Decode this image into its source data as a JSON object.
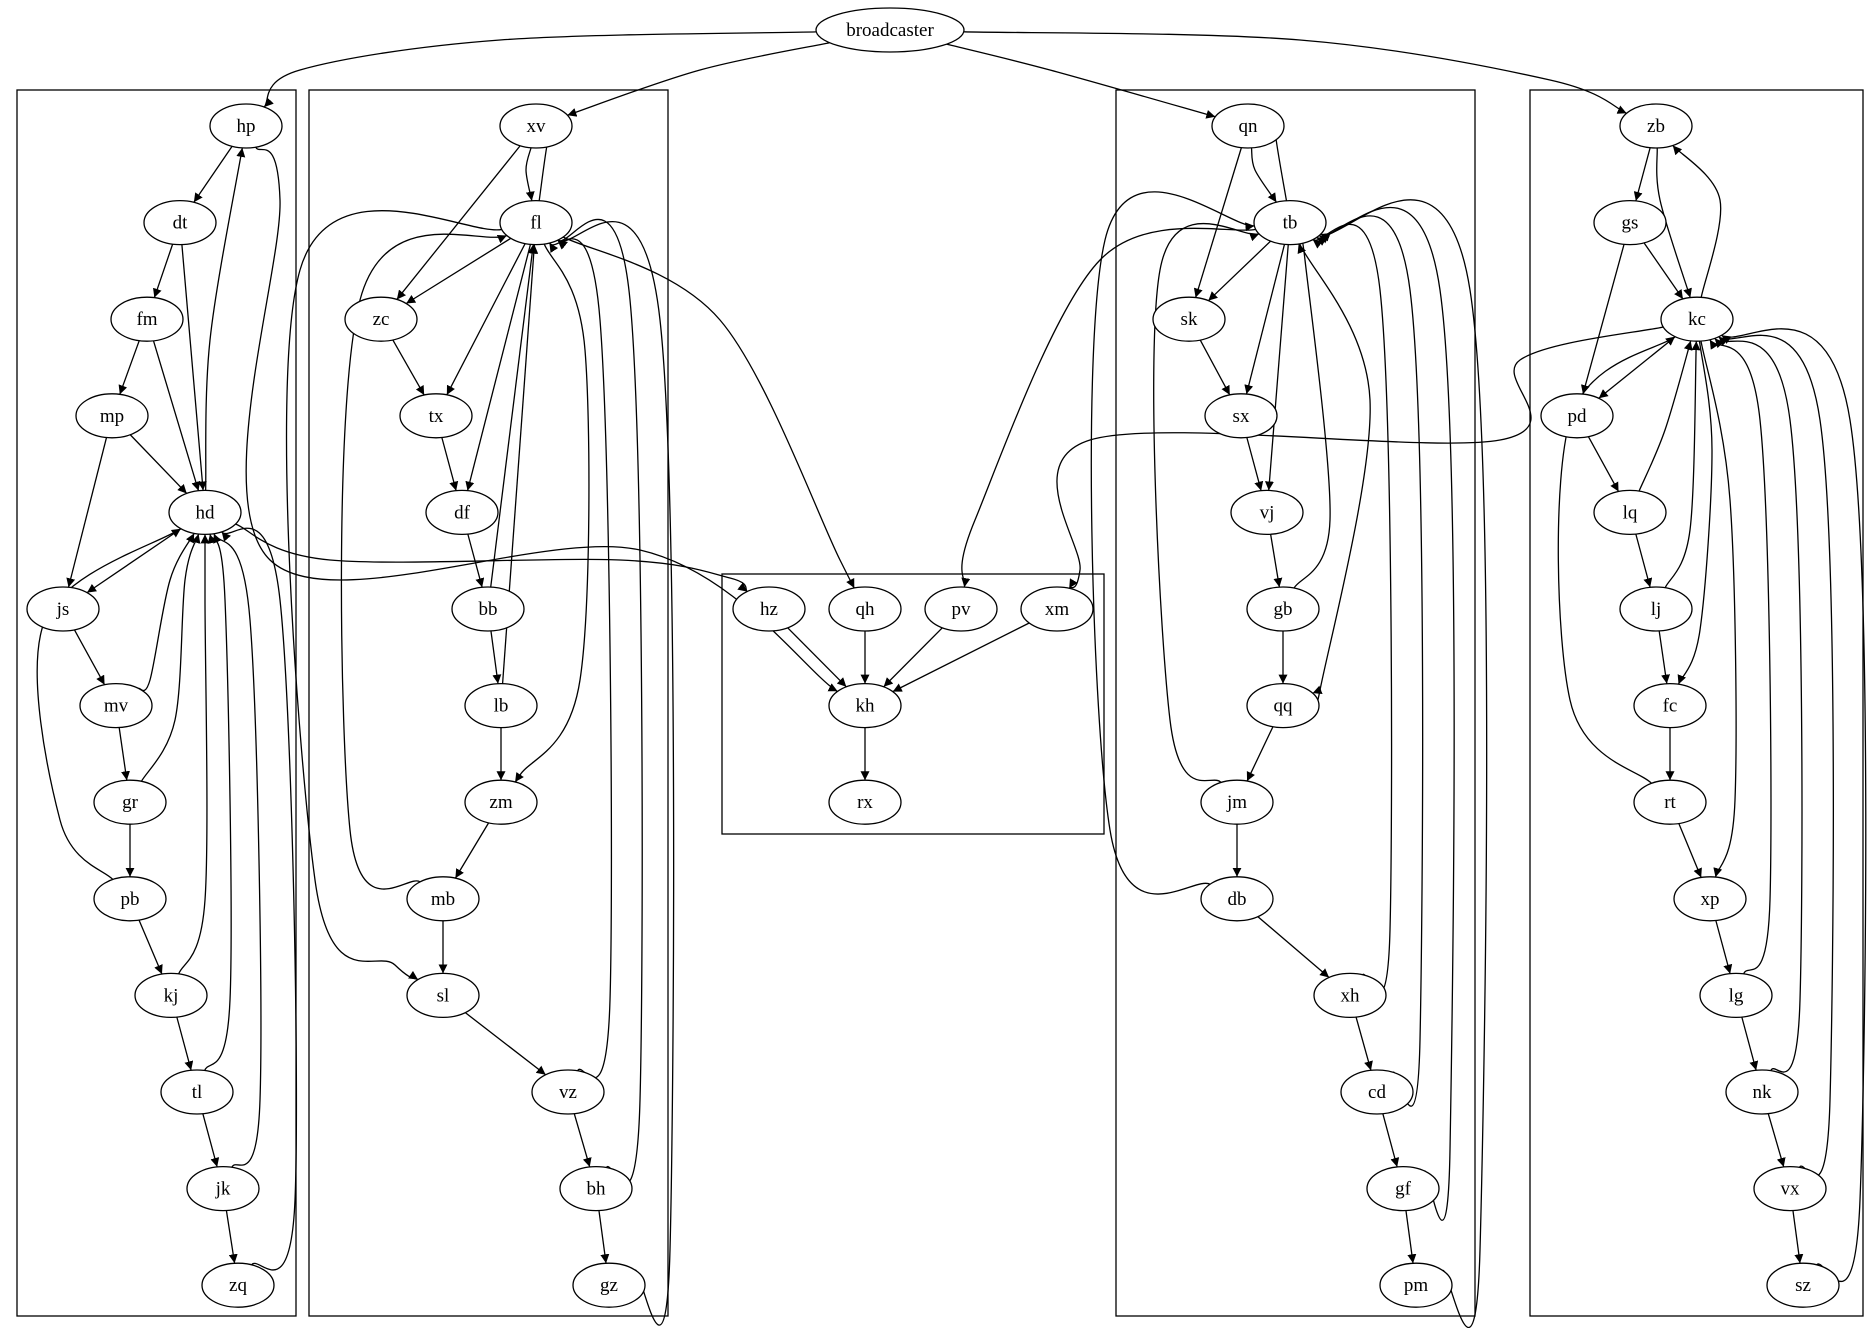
{
  "diagram": {
    "root": "broadcaster",
    "clusters": [
      {
        "id": "cluster-1",
        "nodes": [
          "hp",
          "dt",
          "fm",
          "mp",
          "hd",
          "js",
          "mv",
          "gr",
          "pb",
          "kj",
          "tl",
          "jk",
          "zq"
        ]
      },
      {
        "id": "cluster-2",
        "nodes": [
          "xv",
          "fl",
          "zc",
          "tx",
          "df",
          "bb",
          "lb",
          "zm",
          "mb",
          "sl",
          "vz",
          "bh",
          "gz"
        ]
      },
      {
        "id": "cluster-3",
        "nodes": [
          "hz",
          "qh",
          "pv",
          "xm",
          "kh",
          "rx"
        ]
      },
      {
        "id": "cluster-4",
        "nodes": [
          "qn",
          "tb",
          "sk",
          "sx",
          "vj",
          "gb",
          "qq",
          "jm",
          "db",
          "xh",
          "cd",
          "gf",
          "pm"
        ]
      },
      {
        "id": "cluster-5",
        "nodes": [
          "zb",
          "gs",
          "kc",
          "pd",
          "lq",
          "lj",
          "fc",
          "rt",
          "xp",
          "lg",
          "nk",
          "vx",
          "sz"
        ]
      }
    ],
    "nodes": [
      "broadcaster",
      "hp",
      "dt",
      "fm",
      "mp",
      "hd",
      "js",
      "mv",
      "gr",
      "pb",
      "kj",
      "tl",
      "jk",
      "zq",
      "xv",
      "fl",
      "zc",
      "tx",
      "df",
      "bb",
      "lb",
      "zm",
      "mb",
      "sl",
      "vz",
      "bh",
      "gz",
      "hz",
      "qh",
      "pv",
      "xm",
      "kh",
      "rx",
      "qn",
      "tb",
      "sk",
      "sx",
      "vj",
      "gb",
      "qq",
      "jm",
      "db",
      "xh",
      "cd",
      "gf",
      "pm",
      "zb",
      "gs",
      "kc",
      "pd",
      "lq",
      "lj",
      "fc",
      "rt",
      "xp",
      "lg",
      "nk",
      "vx",
      "sz"
    ],
    "edges": [
      [
        "broadcaster",
        "hp"
      ],
      [
        "broadcaster",
        "xv"
      ],
      [
        "broadcaster",
        "qn"
      ],
      [
        "broadcaster",
        "zb"
      ],
      [
        "hp",
        "dt"
      ],
      [
        "hp",
        "kh"
      ],
      [
        "dt",
        "fm"
      ],
      [
        "dt",
        "hd"
      ],
      [
        "fm",
        "mp"
      ],
      [
        "fm",
        "hd"
      ],
      [
        "mp",
        "js"
      ],
      [
        "mp",
        "hd"
      ],
      [
        "hd",
        "hp"
      ],
      [
        "hd",
        "js"
      ],
      [
        "hd",
        "hz"
      ],
      [
        "js",
        "mv"
      ],
      [
        "mv",
        "gr"
      ],
      [
        "mv",
        "hd"
      ],
      [
        "gr",
        "pb"
      ],
      [
        "gr",
        "hd"
      ],
      [
        "pb",
        "kj"
      ],
      [
        "pb",
        "hd"
      ],
      [
        "kj",
        "tl"
      ],
      [
        "kj",
        "hd"
      ],
      [
        "tl",
        "jk"
      ],
      [
        "tl",
        "hd"
      ],
      [
        "jk",
        "zq"
      ],
      [
        "jk",
        "hd"
      ],
      [
        "zq",
        "hd"
      ],
      [
        "xv",
        "fl"
      ],
      [
        "xv",
        "zc"
      ],
      [
        "fl",
        "xv"
      ],
      [
        "fl",
        "zc"
      ],
      [
        "fl",
        "tx"
      ],
      [
        "fl",
        "df"
      ],
      [
        "fl",
        "sl"
      ],
      [
        "fl",
        "zm"
      ],
      [
        "fl",
        "qh"
      ],
      [
        "zc",
        "tx"
      ],
      [
        "tx",
        "df"
      ],
      [
        "df",
        "bb"
      ],
      [
        "bb",
        "fl"
      ],
      [
        "bb",
        "lb"
      ],
      [
        "lb",
        "fl"
      ],
      [
        "lb",
        "zm"
      ],
      [
        "zm",
        "mb"
      ],
      [
        "mb",
        "fl"
      ],
      [
        "mb",
        "sl"
      ],
      [
        "sl",
        "vz"
      ],
      [
        "vz",
        "fl"
      ],
      [
        "vz",
        "bh"
      ],
      [
        "bh",
        "fl"
      ],
      [
        "bh",
        "gz"
      ],
      [
        "gz",
        "fl"
      ],
      [
        "hz",
        "kh"
      ],
      [
        "qh",
        "kh"
      ],
      [
        "pv",
        "kh"
      ],
      [
        "xm",
        "kh"
      ],
      [
        "kh",
        "rx"
      ],
      [
        "qn",
        "tb"
      ],
      [
        "qn",
        "sk"
      ],
      [
        "tb",
        "qn"
      ],
      [
        "tb",
        "sk"
      ],
      [
        "tb",
        "sx"
      ],
      [
        "tb",
        "vj"
      ],
      [
        "tb",
        "qq"
      ],
      [
        "tb",
        "pv"
      ],
      [
        "sk",
        "sx"
      ],
      [
        "sx",
        "vj"
      ],
      [
        "vj",
        "gb"
      ],
      [
        "gb",
        "tb"
      ],
      [
        "gb",
        "qq"
      ],
      [
        "qq",
        "jm"
      ],
      [
        "jm",
        "tb"
      ],
      [
        "jm",
        "db"
      ],
      [
        "db",
        "tb"
      ],
      [
        "db",
        "xh"
      ],
      [
        "xh",
        "tb"
      ],
      [
        "xh",
        "cd"
      ],
      [
        "cd",
        "tb"
      ],
      [
        "cd",
        "gf"
      ],
      [
        "gf",
        "tb"
      ],
      [
        "gf",
        "pm"
      ],
      [
        "pm",
        "tb"
      ],
      [
        "zb",
        "gs"
      ],
      [
        "zb",
        "kc"
      ],
      [
        "gs",
        "kc"
      ],
      [
        "gs",
        "pd"
      ],
      [
        "kc",
        "zb"
      ],
      [
        "kc",
        "pd"
      ],
      [
        "kc",
        "fc"
      ],
      [
        "kc",
        "xp"
      ],
      [
        "kc",
        "xm"
      ],
      [
        "pd",
        "lq"
      ],
      [
        "lq",
        "lj"
      ],
      [
        "lq",
        "kc"
      ],
      [
        "lj",
        "fc"
      ],
      [
        "lj",
        "kc"
      ],
      [
        "fc",
        "rt"
      ],
      [
        "rt",
        "xp"
      ],
      [
        "rt",
        "kc"
      ],
      [
        "xp",
        "lg"
      ],
      [
        "lg",
        "nk"
      ],
      [
        "lg",
        "kc"
      ],
      [
        "nk",
        "vx"
      ],
      [
        "nk",
        "kc"
      ],
      [
        "vx",
        "sz"
      ],
      [
        "vx",
        "kc"
      ],
      [
        "sz",
        "kc"
      ]
    ]
  }
}
